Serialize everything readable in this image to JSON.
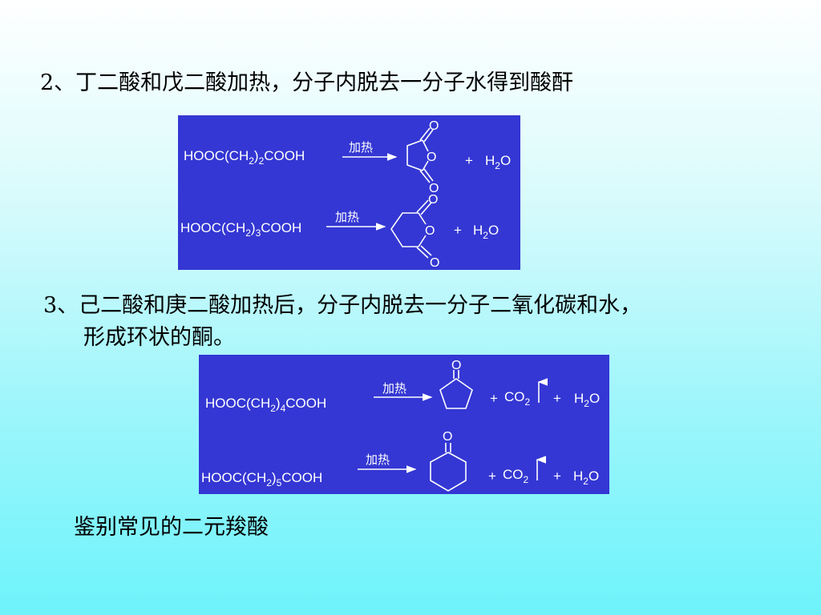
{
  "slide": {
    "heading_2": "2、丁二酸和戊二酸加热，分子内脱去一分子水得到酸酐",
    "heading_3_line1": "3、己二酸和庚二酸加热后，分子内脱去一分子二氧化碳和水，",
    "heading_3_line2": "形成环状的酮。",
    "heading_4": "鉴别常见的二元羧酸"
  },
  "colors": {
    "panel": "#3437d3",
    "ink": "#ffffff"
  },
  "reactions": {
    "heat": "加热",
    "plus": "+",
    "oxygen": "O",
    "r1": {
      "pre": "HOOC(CH",
      "sub1": "2",
      "mid": ")",
      "sub2": "2",
      "post": "COOH"
    },
    "r2": {
      "pre": "HOOC(CH",
      "sub1": "2",
      "mid": ")",
      "sub2": "3",
      "post": "COOH"
    },
    "r3": {
      "pre": "HOOC(CH",
      "sub1": "2",
      "mid": ")",
      "sub2": "4",
      "post": "COOH"
    },
    "r4": {
      "pre": "HOOC(CH",
      "sub1": "2",
      "mid": ")",
      "sub2": "5",
      "post": "COOH"
    },
    "water": {
      "pre": "H",
      "sub": "2",
      "post": "O"
    },
    "co2": {
      "pre": "CO",
      "sub": "2"
    }
  }
}
